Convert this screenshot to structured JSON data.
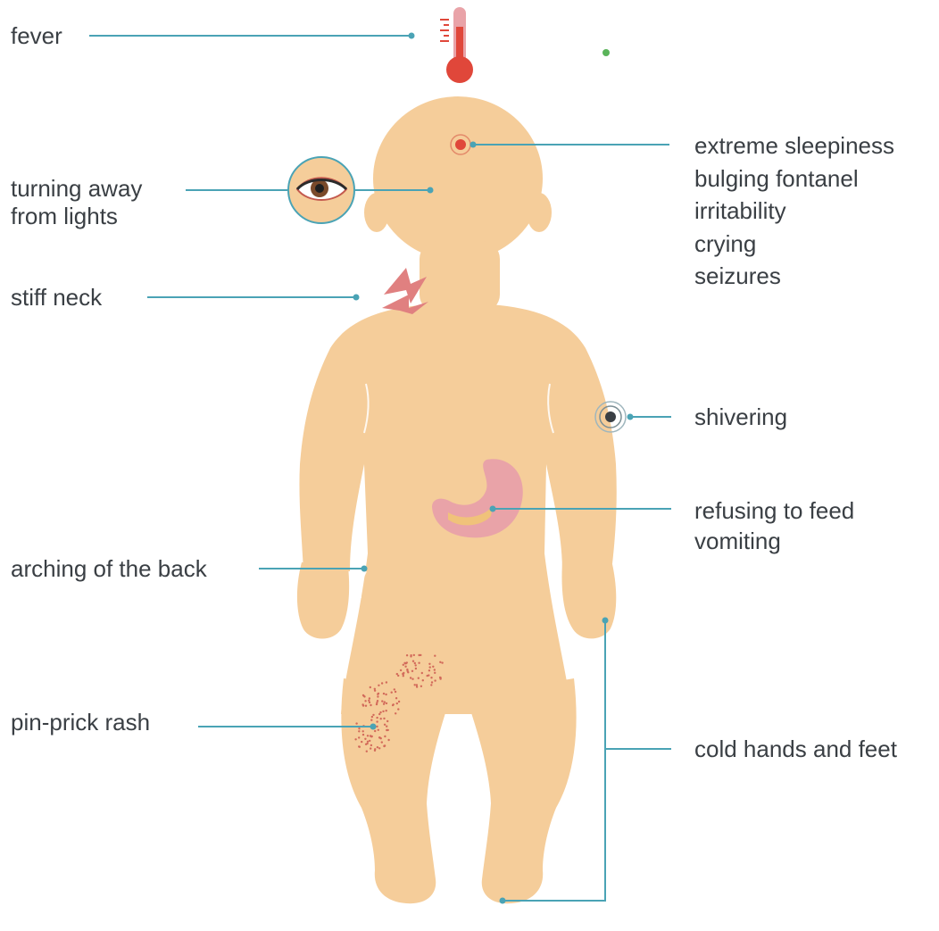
{
  "colors": {
    "skin": "#f5cd9a",
    "leader_line": "#4aa3b5",
    "text": "#3a3f44",
    "thermometer": "#e0473a",
    "stomach": "#e9a3a8",
    "alert_dot": "#e0473a"
  },
  "labels": {
    "fever": "fever",
    "lights": [
      "turning away",
      "from lights"
    ],
    "stiff_neck": "stiff neck",
    "arching": "arching of the back",
    "rash": "pin-prick rash",
    "head_symptoms": [
      "extreme sleepiness",
      "bulging fontanel",
      "irritability",
      "crying",
      "seizures"
    ],
    "shivering": "shivering",
    "feeding": [
      "refusing to feed",
      "vomiting"
    ],
    "cold": "cold hands and feet"
  },
  "icons": [
    "thermometer-icon",
    "eye-icon",
    "neck-pain-icon",
    "fontanel-marker-icon",
    "shiver-marker-icon",
    "stomach-icon",
    "rash-dots"
  ]
}
